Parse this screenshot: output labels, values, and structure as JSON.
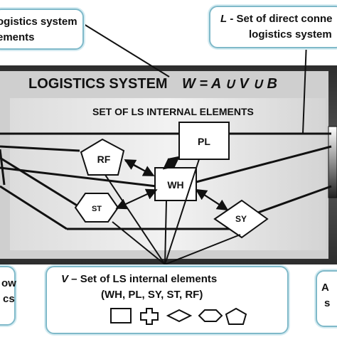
{
  "diagram": {
    "main_title": "LOGISTICS SYSTEM",
    "main_formula": "W = A ∪ V ∪ B",
    "inner_title": "SET OF LS INTERNAL ELEMENTS",
    "nodes": {
      "pl": "PL",
      "rf": "RF",
      "wh": "WH",
      "st": "ST",
      "sy": "SY"
    }
  },
  "callouts": {
    "top_left": {
      "line1": "ogistics system",
      "line2": "ements"
    },
    "top_right": {
      "symbol": "L",
      "line1_rest": " - Set of direct conne",
      "line2": "logistics system"
    },
    "bottom_center": {
      "symbol": "V",
      "line1_rest": " – Set of LS internal elements",
      "line2": "(WH, PL, SY, ST, RF)"
    },
    "bottom_left": {
      "line1": "ow",
      "line2": "cs"
    },
    "bottom_right": {
      "line1": "A",
      "line2": "s"
    }
  },
  "colors": {
    "callout_border": "#7fb9c9",
    "band_dark": "#3a3a3a",
    "inner_panel": "#e6e6e6"
  }
}
